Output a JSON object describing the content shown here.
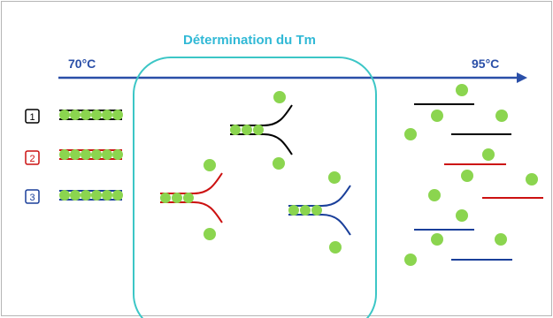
{
  "title": "Détermination du Tm",
  "axis": {
    "start_label": "70°C",
    "end_label": "95°C"
  },
  "samples": [
    {
      "number": "1",
      "color": "#000000"
    },
    {
      "number": "2",
      "color": "#cc1111"
    },
    {
      "number": "3",
      "color": "#1a3f9a"
    }
  ],
  "colors": {
    "dye": "#8bd54f",
    "highlight_box": "#3cc6c6",
    "axis_arrow": "#2a4fa8",
    "title_text": "#31b9d6",
    "axis_text": "#2a4fa8"
  }
}
